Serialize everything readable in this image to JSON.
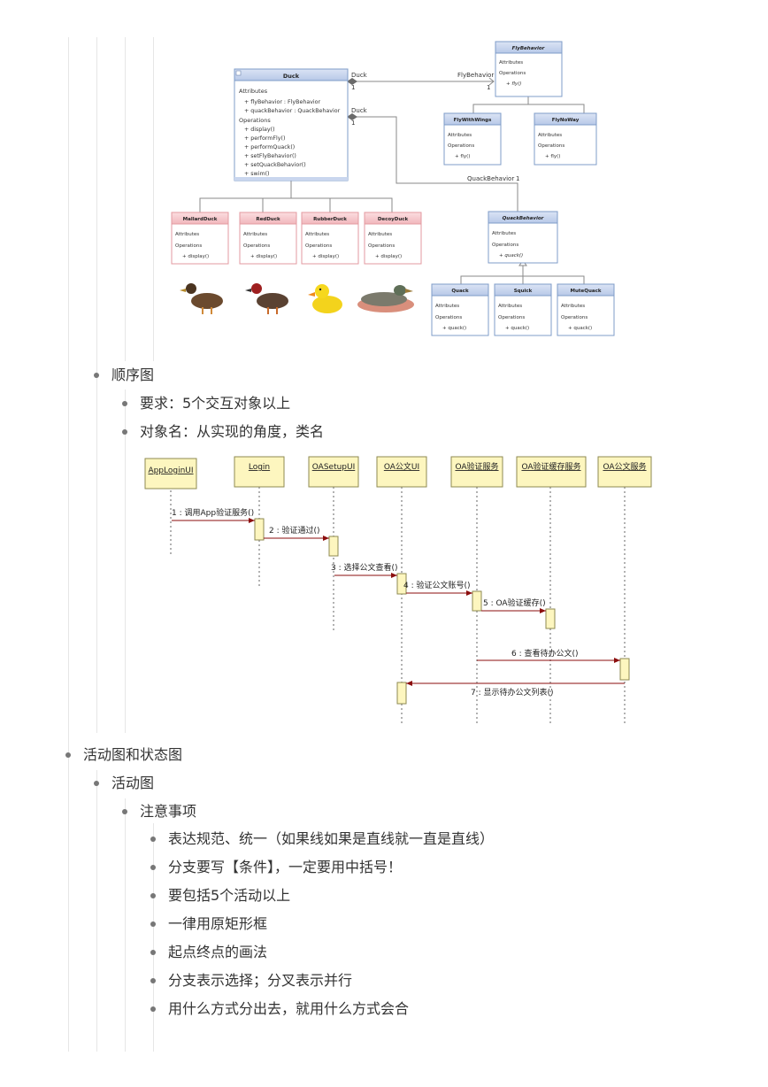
{
  "class_diagram": {
    "duck": {
      "name": "Duck",
      "attributes_label": "Attributes",
      "attributes": [
        "+ flyBehavior : FlyBehavior",
        "+ quackBehavior : QuackBehavior"
      ],
      "operations_label": "Operations",
      "operations": [
        "+ display()",
        "+ performFly()",
        "+ performQuack()",
        "+ setFlyBehavior()",
        "+ setQuackBehavior()",
        "+ swim()"
      ]
    },
    "assoc": {
      "duck_label_1": "Duck",
      "fly_label": "FlyBehavior",
      "duck_label_2": "Duck",
      "quack_label": "QuackBehavior",
      "one": "1"
    },
    "fly_behavior": {
      "name": "FlyBehavior",
      "attributes_label": "Attributes",
      "operations_label": "Operations",
      "op": "+ fly()"
    },
    "fly_with_wings": {
      "name": "FlyWithWings",
      "attributes_label": "Attributes",
      "operations_label": "Operations",
      "op": "+ fly()"
    },
    "fly_no_way": {
      "name": "FlyNoWay",
      "attributes_label": "Attributes",
      "operations_label": "Operations",
      "op": "+ fly()"
    },
    "quack_behavior": {
      "name": "QuackBehavior",
      "attributes_label": "Attributes",
      "operations_label": "Operations",
      "op": "+ quack()"
    },
    "quack": {
      "name": "Quack",
      "attributes_label": "Attributes",
      "operations_label": "Operations",
      "op": "+ quack()"
    },
    "squeak": {
      "name": "Squick",
      "attributes_label": "Attributes",
      "operations_label": "Operations",
      "op": "+ quack()"
    },
    "mute_quack": {
      "name": "MuteQuack",
      "attributes_label": "Attributes",
      "operations_label": "Operations",
      "op": "+ quack()"
    },
    "mallard": {
      "name": "MallardDuck",
      "attributes_label": "Attributes",
      "operations_label": "Operations",
      "op": "+ display()"
    },
    "redhead": {
      "name": "RedDuck",
      "attributes_label": "Attributes",
      "operations_label": "Operations",
      "op": "+ display()"
    },
    "rubber": {
      "name": "RubberDuck",
      "attributes_label": "Attributes",
      "operations_label": "Operations",
      "op": "+ display()"
    },
    "decoy": {
      "name": "DecoyDuck",
      "attributes_label": "Attributes",
      "operations_label": "Operations",
      "op": "+ display()"
    }
  },
  "outline": {
    "seq_heading": "顺序图",
    "seq_req": "要求：5个交互对象以上",
    "seq_obj": "对象名：从实现的角度，类名",
    "activity_state": "活动图和状态图",
    "activity": "活动图",
    "notes": "注意事项",
    "note_items": [
      "表达规范、统一（如果线如果是直线就一直是直线）",
      "分支要写【条件】，一定要用中括号！",
      "要包括5个活动以上",
      "一律用原矩形框",
      "起点终点的画法",
      "分支表示选择；分叉表示并行",
      "用什么方式分出去，就用什么方式会合"
    ]
  },
  "sequence_diagram": {
    "lifelines": [
      "AppLoginUI",
      "Login",
      "OASetupUI",
      "OA公文UI",
      "OA验证服务",
      "OA验证缓存服务",
      "OA公文服务"
    ],
    "messages": [
      "1 : 调用App验证服务()",
      "2 : 验证通过()",
      "3 : 选择公文查看()",
      "4 : 验证公文账号()",
      "5 : OA验证缓存()",
      "6 : 查看待办公文()",
      "7 : 显示待办公文列表()"
    ]
  },
  "colors": {
    "uml_blue_header": "#c9d6ee",
    "uml_blue_border": "#7f9cc8",
    "uml_pink_header": "#f6c9cc",
    "uml_pink_border": "#e39aa0",
    "lifeline_box": "#fdf6bf",
    "lifeline_border": "#8e8a52",
    "message_arrow": "#8b0e0e",
    "bullet": "#777777",
    "guide": "#e6e6e6"
  }
}
